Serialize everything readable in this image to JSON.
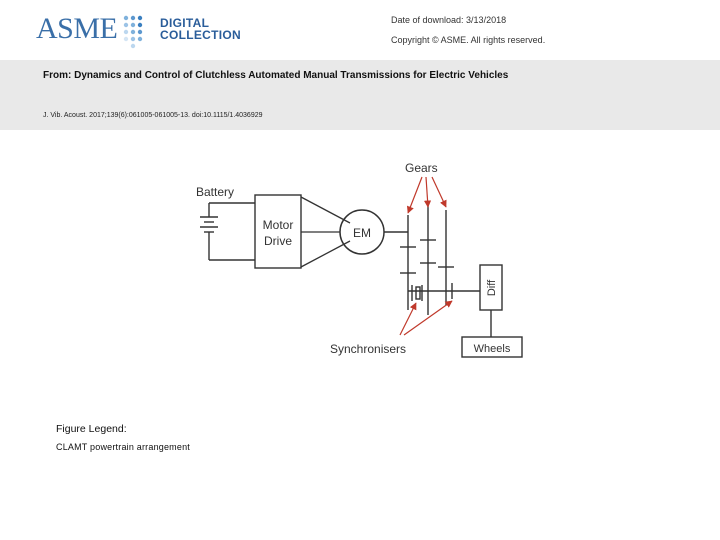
{
  "header": {
    "logo_text": "ASME",
    "logo_digital": "DIGITAL",
    "logo_collection": "COLLECTION",
    "download_date": "Date of download:  3/13/2018",
    "copyright": "Copyright © ASME. All rights reserved."
  },
  "article": {
    "title": "From: Dynamics and Control of Clutchless Automated Manual Transmissions for Electric Vehicles",
    "citation": "J. Vib. Acoust. 2017;139(6):061005-061005-13. doi:10.1115/1.4036929"
  },
  "figure": {
    "labels": {
      "battery": "Battery",
      "motor": "Motor",
      "drive": "Drive",
      "em": "EM",
      "gears": "Gears",
      "diff": "Diff",
      "synchronisers": "Synchronisers",
      "wheels": "Wheels"
    },
    "colors": {
      "line": "#333333",
      "arrow": "#c0392b"
    }
  },
  "legend": {
    "heading": "Figure Legend:",
    "text": "CLAMT powertrain arrangement"
  }
}
